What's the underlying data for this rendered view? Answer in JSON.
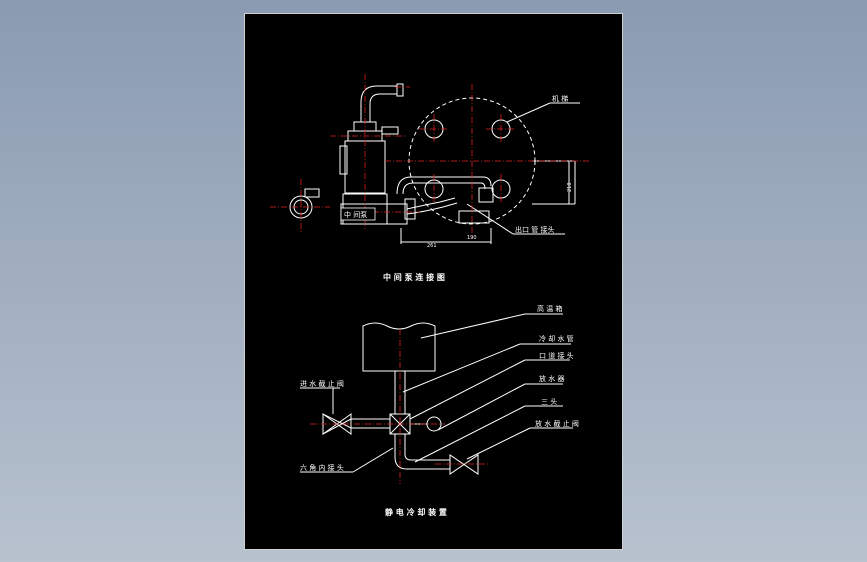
{
  "colors": {
    "background": "#8a9bb1",
    "sheet": "#000000",
    "line": "#ffffff",
    "centerline": "#e02020",
    "dashed_circle": "#ffffff"
  },
  "top_diagram": {
    "title": "中 间 泵 连 接 图",
    "labels": {
      "engine": "机 梯",
      "pump": "中 间泵",
      "outlet": "出口 管 接头"
    },
    "dims": {
      "d1": "261",
      "d2": "190",
      "d3": "210"
    }
  },
  "bottom_diagram": {
    "title": "静 电 冷 却 装 置",
    "labels": {
      "tank": "高 温 箱",
      "cooling_pipe": "冷 却 水 管",
      "outlet_joint": "口 道 接 头",
      "water_pump": "放 水 器",
      "tee": "三 头",
      "drain_valve": "放 水 截 止 阀",
      "inlet_valve": "进 水 截 止 阀",
      "hex_joint": "六 角 内 接 头"
    }
  }
}
